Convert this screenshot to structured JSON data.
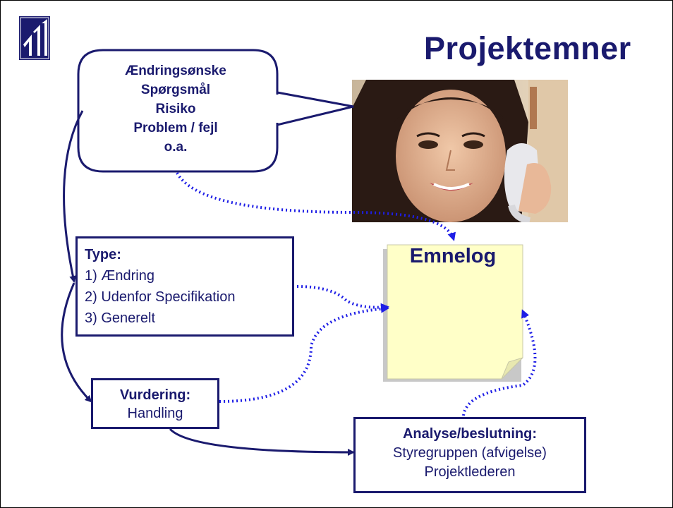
{
  "title": "Projektemner",
  "logo": {
    "icon": "company-logo-icon",
    "background": "#1a1a6e"
  },
  "callout": {
    "lines": [
      "Ændringsønske",
      "Spørgsmål",
      "Risiko",
      "Problem / fejl",
      "o.a."
    ]
  },
  "photo": {
    "icon": "woman-on-phone-photo"
  },
  "type_box": {
    "heading": "Type:",
    "items": [
      "1) Ændring",
      "2) Udenfor Specifikation",
      "3) Generelt"
    ]
  },
  "vurdering_box": {
    "heading": "Vurdering:",
    "text": "Handling"
  },
  "analyse_box": {
    "heading": "Analyse/beslutning:",
    "lines": [
      "Styregruppen (afvigelse)",
      "Projektlederen"
    ]
  },
  "emnelog": {
    "label": "Emnelog",
    "color": "#ffffc8"
  },
  "colors": {
    "accent": "#1a1a6e",
    "dotted": "#1e1ee6"
  }
}
